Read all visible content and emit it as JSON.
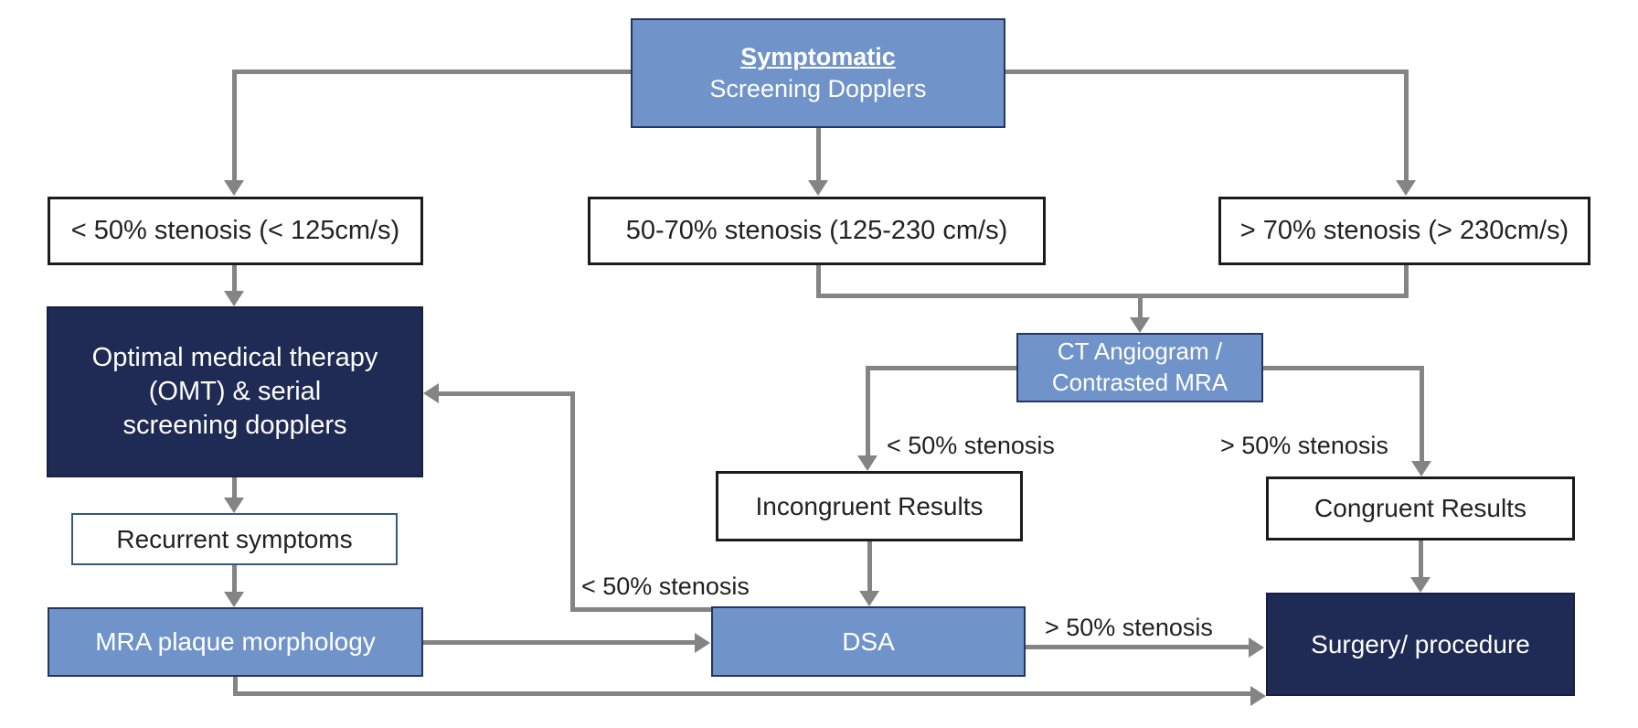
{
  "colors": {
    "box_blue": "#7094c9",
    "box_navy": "#1f2b55",
    "box_white": "#ffffff",
    "border_black": "#1b1b1b",
    "border_navy": "#24365f",
    "arrow_gray": "#848484",
    "text_dark": "#222222",
    "text_light": "#ffffff"
  },
  "nodes": {
    "symptomatic": {
      "line1": "Symptomatic",
      "line2": "Screening Dopplers"
    },
    "stenosis_low": {
      "label": "< 50% stenosis (< 125cm/s)"
    },
    "stenosis_mid": {
      "label": "50-70% stenosis (125-230 cm/s)"
    },
    "stenosis_high": {
      "label": "> 70% stenosis (> 230cm/s)"
    },
    "omt": {
      "label": "Optimal medical therapy (OMT) & serial screening dopplers"
    },
    "recurrent": {
      "label": "Recurrent symptoms"
    },
    "mra": {
      "label": "MRA plaque morphology"
    },
    "ct": {
      "line1": "CT Angiogram /",
      "line2": "Contrasted MRA"
    },
    "incongruent": {
      "label": "Incongruent Results"
    },
    "congruent": {
      "label": "Congruent Results"
    },
    "dsa": {
      "label": "DSA"
    },
    "surgery": {
      "label": "Surgery/ procedure"
    }
  },
  "edge_labels": {
    "ct_incongruent": "< 50% stenosis",
    "ct_congruent": "> 50% stenosis",
    "dsa_omt": "< 50% stenosis",
    "dsa_surgery": "> 50% stenosis"
  },
  "edges": [
    {
      "from": "symptomatic",
      "to": "stenosis_low",
      "label": ""
    },
    {
      "from": "symptomatic",
      "to": "stenosis_mid",
      "label": ""
    },
    {
      "from": "symptomatic",
      "to": "stenosis_high",
      "label": ""
    },
    {
      "from": "stenosis_low",
      "to": "omt",
      "label": ""
    },
    {
      "from": "stenosis_mid",
      "to": "ct",
      "label": ""
    },
    {
      "from": "stenosis_high",
      "to": "ct",
      "label": ""
    },
    {
      "from": "ct",
      "to": "incongruent",
      "label": "< 50% stenosis"
    },
    {
      "from": "ct",
      "to": "congruent",
      "label": "> 50% stenosis"
    },
    {
      "from": "incongruent",
      "to": "dsa",
      "label": ""
    },
    {
      "from": "congruent",
      "to": "surgery",
      "label": ""
    },
    {
      "from": "omt",
      "to": "recurrent",
      "label": ""
    },
    {
      "from": "recurrent",
      "to": "mra",
      "label": ""
    },
    {
      "from": "mra",
      "to": "dsa",
      "label": ""
    },
    {
      "from": "dsa",
      "to": "omt",
      "label": "< 50% stenosis"
    },
    {
      "from": "dsa",
      "to": "surgery",
      "label": "> 50% stenosis"
    },
    {
      "from": "mra",
      "to": "surgery",
      "label": ""
    }
  ]
}
